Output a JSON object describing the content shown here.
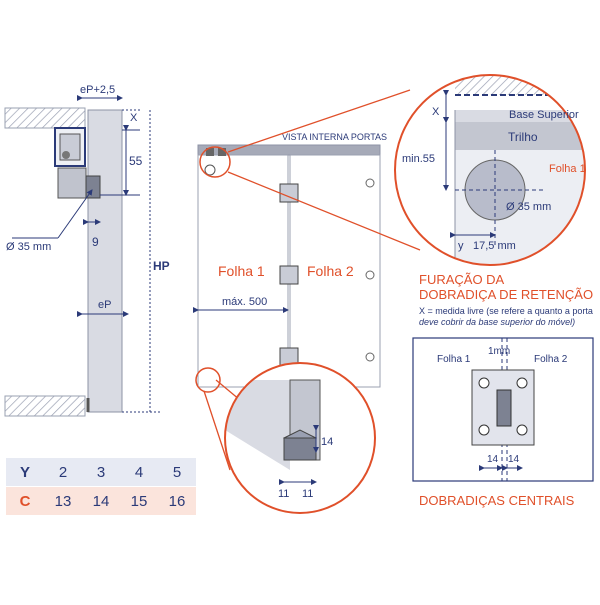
{
  "left_view": {
    "dim_top": "eP+2,5",
    "dim_x": "X",
    "dim_55": "55",
    "dim_hole": "Ø 35 mm",
    "dim_9": "9",
    "dim_hp": "HP",
    "dim_ep": "eP"
  },
  "table": {
    "row_y": [
      "Y",
      "2",
      "3",
      "4",
      "5"
    ],
    "row_c": [
      "C",
      "13",
      "14",
      "15",
      "16"
    ]
  },
  "front_view": {
    "title": "VISTA INTERNA PORTAS",
    "leaf1": "Folha 1",
    "leaf2": "Folha 2",
    "max_width": "máx. 500"
  },
  "detail_bottom": {
    "dim_14": "14",
    "dim_11a": "11",
    "dim_11b": "11"
  },
  "detail_circle": {
    "x": "X",
    "base": "Base Superior",
    "rail": "Trilho",
    "min55": "min.55",
    "leaf1": "Folha 1",
    "hole": "Ø 35 mm",
    "y": "y",
    "dim_175": "17,5 mm"
  },
  "drilling": {
    "title_line1": "FURAÇÃO DA",
    "title_line2": "DOBRADIÇA DE RETENÇÃO",
    "note_line1": "X = medida livre (se refere a quanto a porta",
    "note_line2": "deve cobrir da base superior do móvel)",
    "leaf1": "Folha 1",
    "leaf2": "Folha 2",
    "gap": "1mm",
    "dim_14a": "14",
    "dim_14b": "14",
    "footer": "DOBRADIÇAS CENTRAIS"
  },
  "colors": {
    "navy": "#2b3a78",
    "orange": "#e0502a",
    "panel": "#d9dbe3",
    "rail": "#c3c6d0"
  }
}
